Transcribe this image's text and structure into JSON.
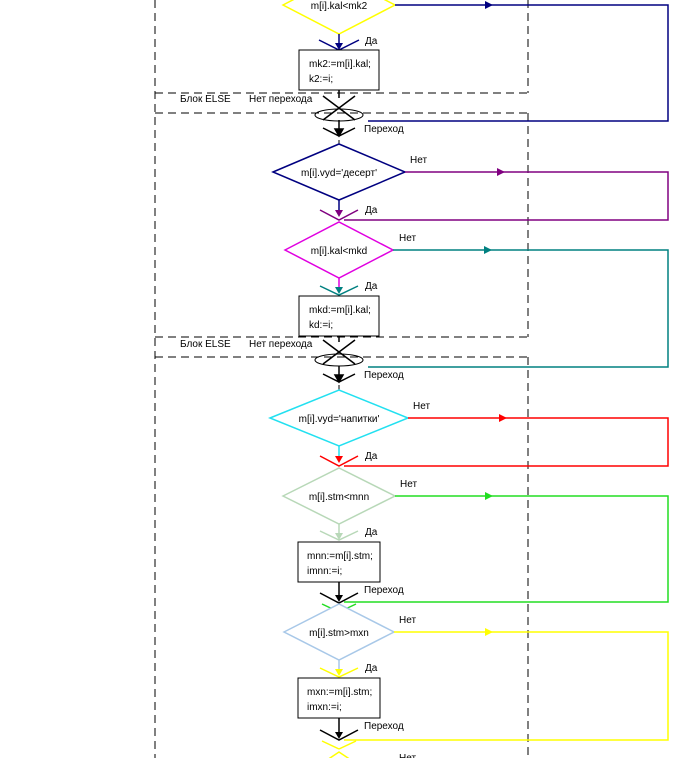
{
  "colors": {
    "navy": "#000080",
    "yellow": "#ffff00",
    "purple": "#800080",
    "magenta": "#e000e0",
    "teal": "#008080",
    "cyan": "#22e0f0",
    "red": "#ff0000",
    "grey_green": "#b8d8b8",
    "green": "#22dd22",
    "light_blue": "#a8c8e8",
    "black": "#000000"
  },
  "decisions": {
    "d1": "m[i].kal<mk2",
    "d2": "m[i].vyd='десерт'",
    "d3": "m[i].kal<mkd",
    "d4": "m[i].vyd='напитки'",
    "d5": "m[i].stm<mnn",
    "d6": "m[i].stm>mxn"
  },
  "processes": {
    "p1": [
      "mk2:=m[i].kal;",
      "k2:=i;"
    ],
    "p2": [
      "mkd:=m[i].kal;",
      "kd:=i;"
    ],
    "p3": [
      "mnn:=m[i].stm;",
      "imnn:=i;"
    ],
    "p4": [
      "mxn:=m[i].stm;",
      "imxn:=i;"
    ]
  },
  "labels": {
    "yes": "Да",
    "no": "Нет",
    "jump": "Переход",
    "else_block": "Блок ELSE",
    "no_jump": "Нет перехода"
  }
}
